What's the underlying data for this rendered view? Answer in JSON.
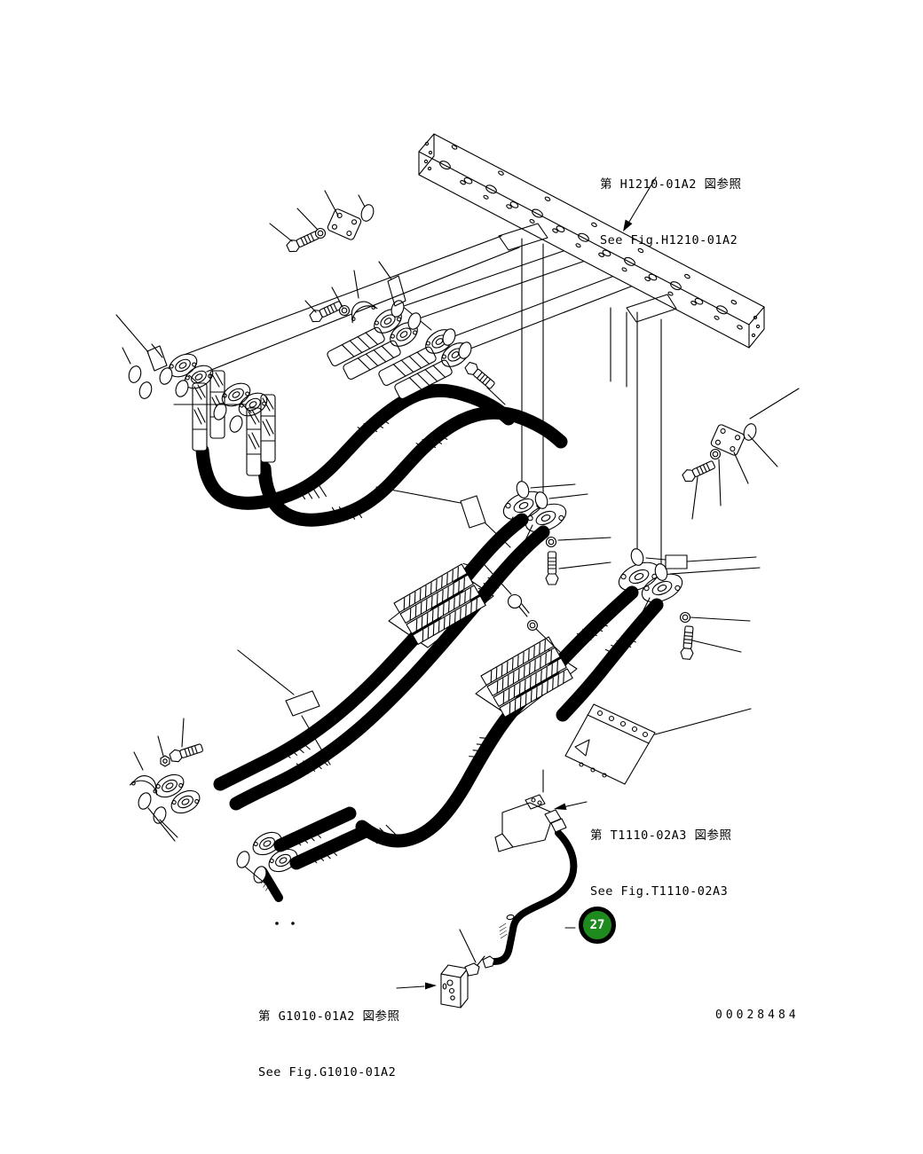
{
  "page": {
    "background": "#ffffff",
    "line_color": "#000000"
  },
  "references": {
    "h1210": {
      "jp": "第 H1210-01A2 図参照",
      "en": "See Fig.H1210-01A2"
    },
    "t1110": {
      "jp": "第 T1110-02A3 図参照",
      "en": "See Fig.T1110-02A3"
    },
    "g1010": {
      "jp": "第 G1010-01A2 図参照",
      "en": "See Fig.G1010-01A2"
    }
  },
  "callout": {
    "number": "27",
    "fill_color": "#1e8b1e",
    "ring_color": "#000000",
    "text_color": "#ffffff"
  },
  "doc_number": "00028484"
}
